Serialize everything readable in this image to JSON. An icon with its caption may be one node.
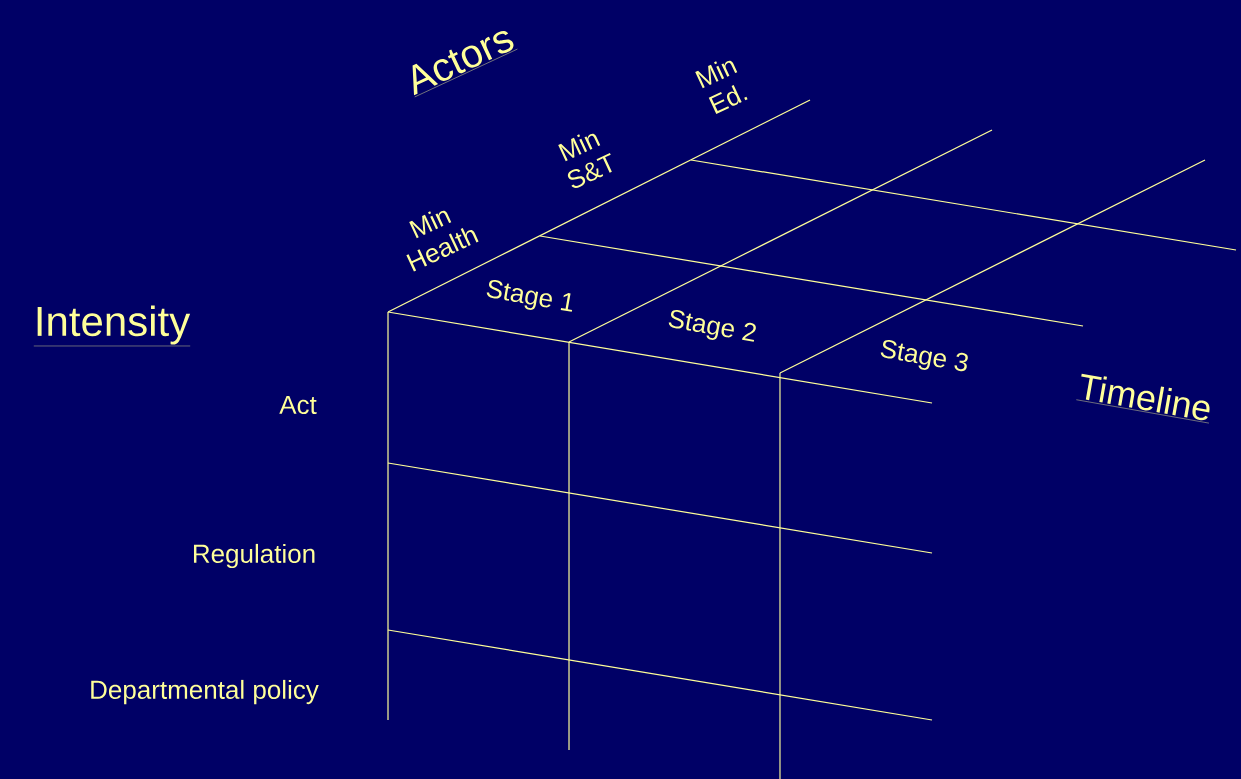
{
  "diagram": {
    "labels": [
      "Actors",
      "Min Ed.",
      "Min S&T",
      "Min Health",
      "Stage 1",
      "Intensity",
      "Stage 2",
      "Stage 3",
      "Timeline",
      "Act",
      "Regulation",
      "Departmental policy"
    ]
  }
}
